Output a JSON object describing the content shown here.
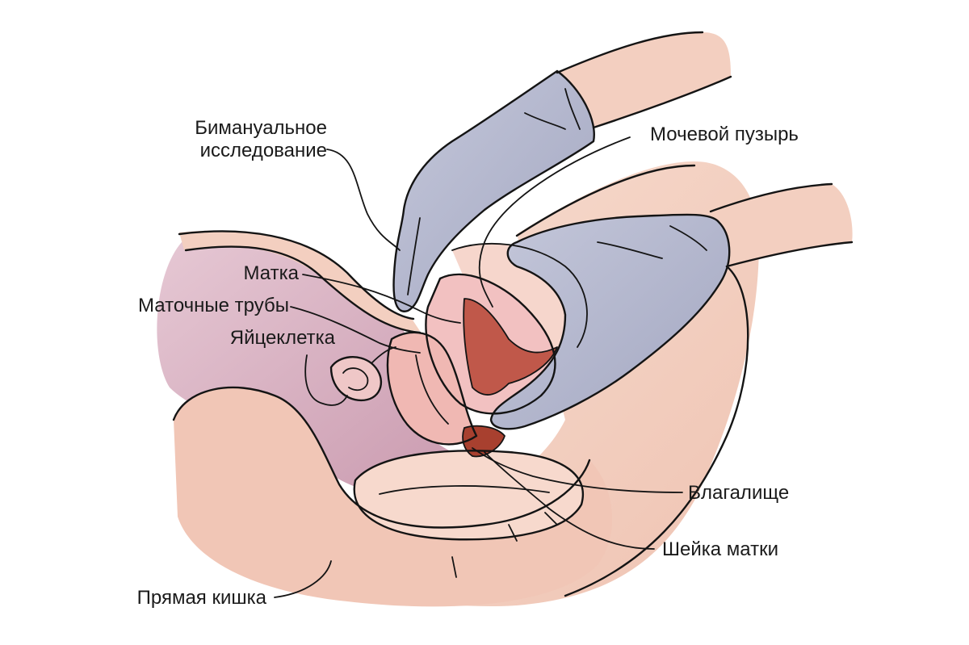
{
  "labels": {
    "bimanual": "Бимануальное\nисследование",
    "bladder": "Мочевой пузырь",
    "uterus": "Матка",
    "tubes": "Маточные трубы",
    "egg": "Яйцеклетка",
    "vagina": "Влагалище",
    "cervix": "Шейка матки",
    "rectum": "Прямая кишка"
  },
  "colors": {
    "skin": "#f3cfc0",
    "skin_light": "#f8e2d7",
    "pelvis": "#d8a8bd",
    "pelvis_light": "#e9cfd9",
    "glove": "#a9adc6",
    "glove_light": "#bfc2d6",
    "uterus_pink": "#f2c1c1",
    "uterus_cavity": "#c0584a",
    "ink": "#141414"
  }
}
